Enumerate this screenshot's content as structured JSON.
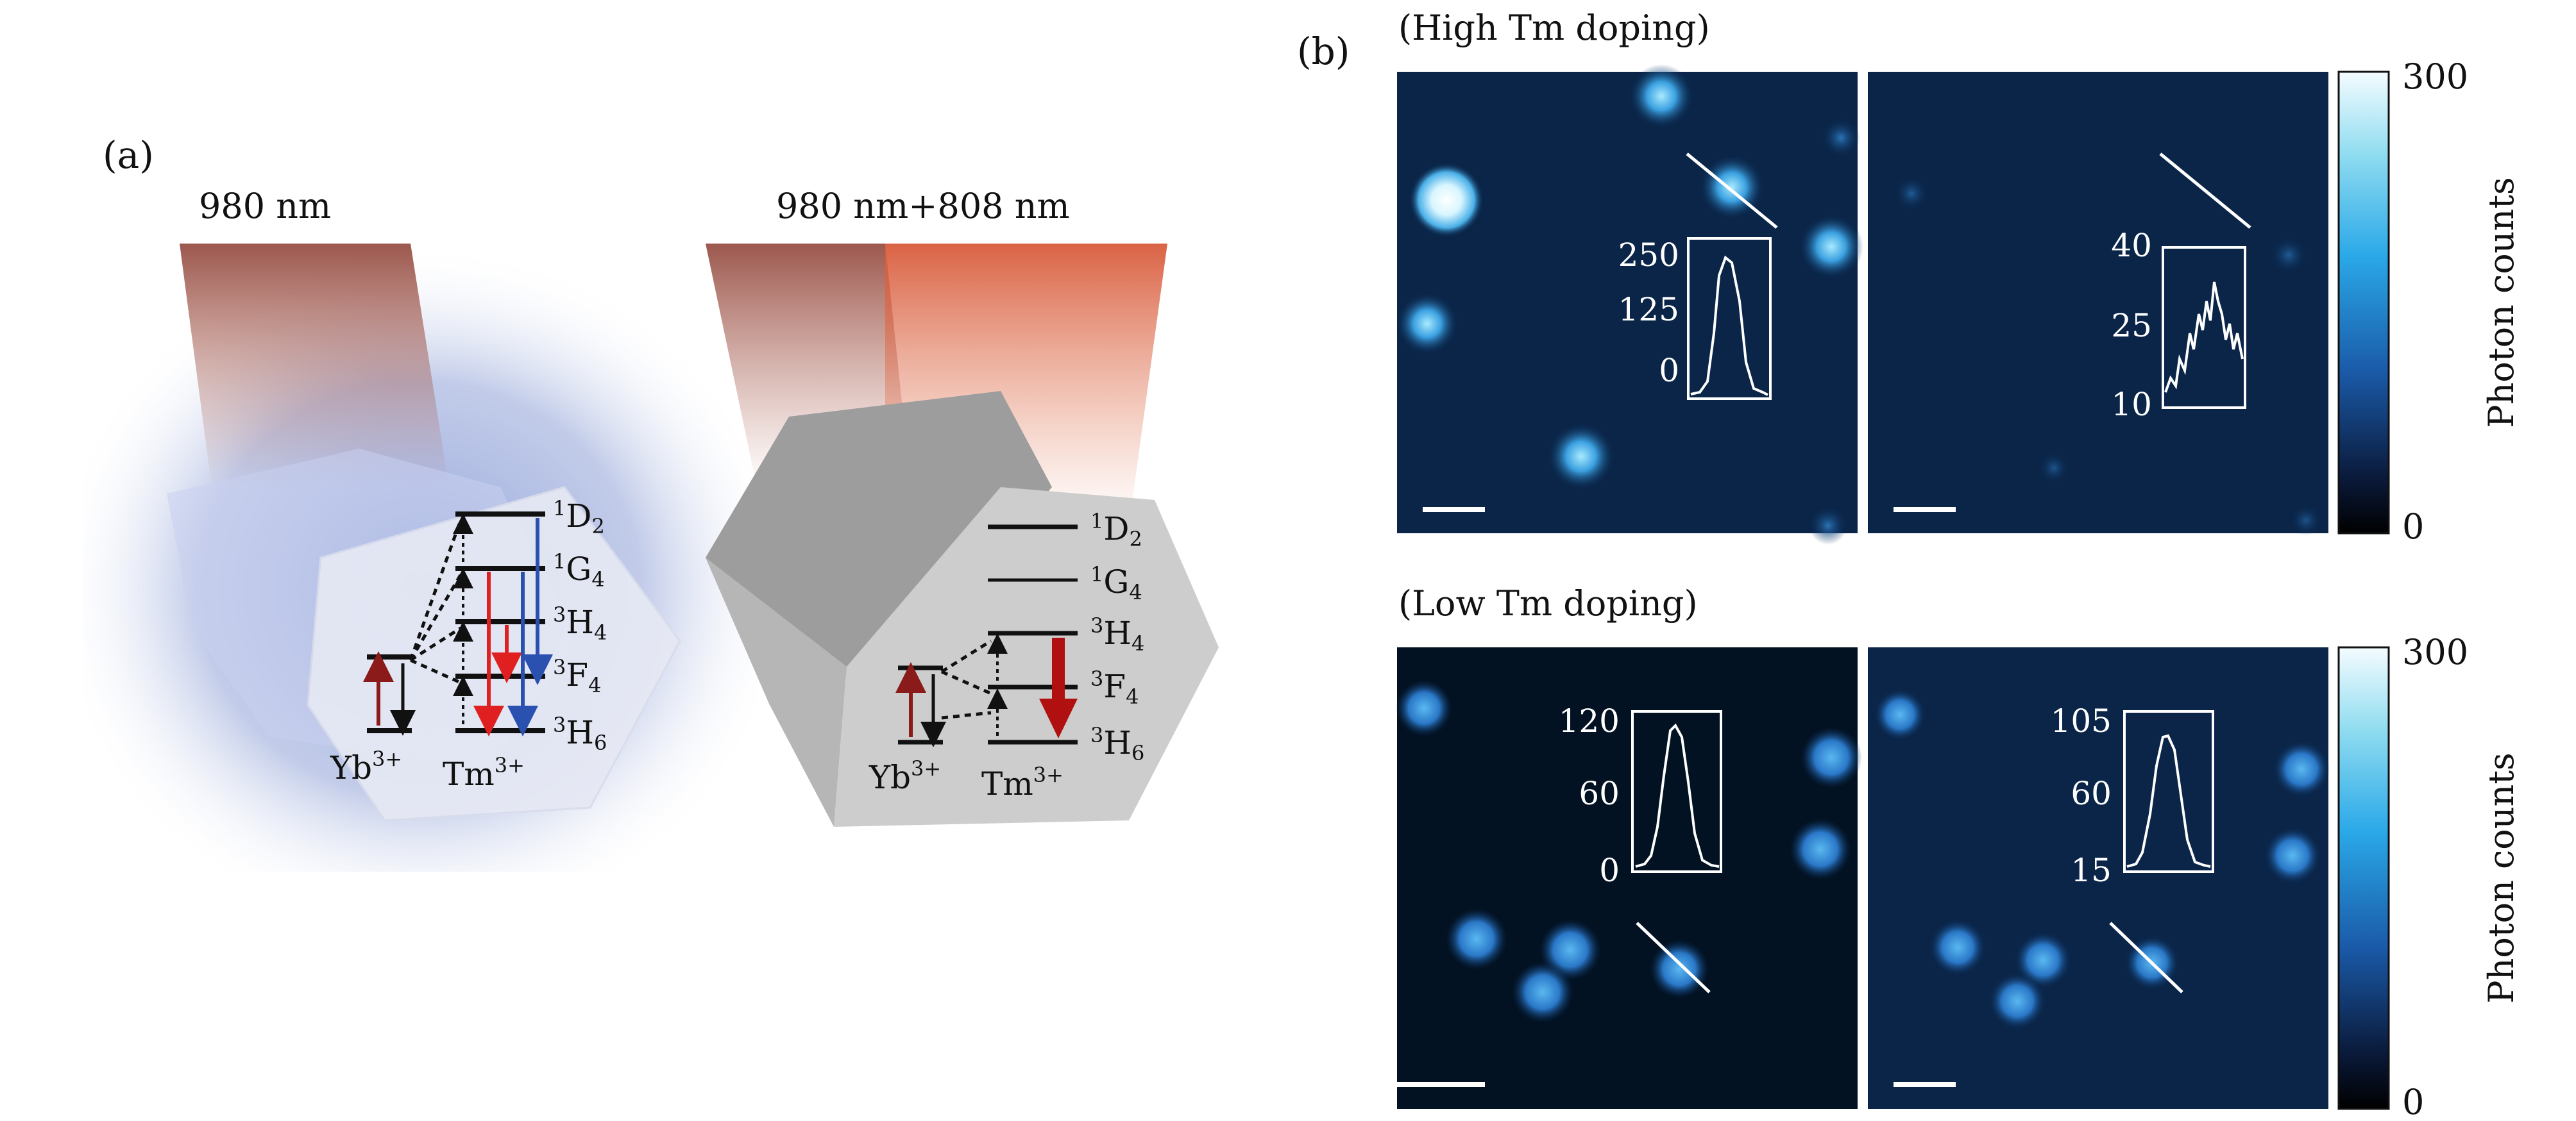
{
  "panel_a": {
    "label": "(a)",
    "left_title": "980 nm",
    "right_title": "980 nm+808 nm",
    "levels_left": [
      {
        "sup": "1",
        "base": "D",
        "sub": "2"
      },
      {
        "sup": "1",
        "base": "G",
        "sub": "4"
      },
      {
        "sup": "3",
        "base": "H",
        "sub": "4"
      },
      {
        "sup": "3",
        "base": "F",
        "sub": "4"
      },
      {
        "sup": "3",
        "base": "H",
        "sub": "6"
      }
    ],
    "levels_right": [
      {
        "sup": "1",
        "base": "D",
        "sub": "2"
      },
      {
        "sup": "1",
        "base": "G",
        "sub": "4"
      },
      {
        "sup": "3",
        "base": "H",
        "sub": "4"
      },
      {
        "sup": "3",
        "base": "F",
        "sub": "4"
      },
      {
        "sup": "3",
        "base": "H",
        "sub": "6"
      }
    ],
    "ion_yb": {
      "base": "Yb",
      "sup": "3+"
    },
    "ion_tm": {
      "base": "Tm",
      "sup": "3+"
    },
    "colors": {
      "excitation_980": "#8b1a1a",
      "red_emission": "#e02020",
      "blue_emission": "#2a50b0",
      "beam_808": "#e06040",
      "halo": "#6e86c8"
    }
  },
  "panel_b": {
    "label": "(b)",
    "high_title": "(High Tm doping)",
    "low_title": "(Low Tm doping)",
    "colorbar_label": "Photon counts",
    "colorbar_top": {
      "high": "300",
      "low": "300"
    },
    "colorbar_bottom": {
      "high": "0",
      "low": "0"
    },
    "insets": [
      {
        "ticks": [
          "250",
          "125",
          "0"
        ]
      },
      {
        "ticks": [
          "40",
          "25",
          "10"
        ]
      },
      {
        "ticks": [
          "120",
          "60",
          "0"
        ]
      },
      {
        "ticks": [
          "105",
          "60",
          "15"
        ]
      }
    ]
  }
}
